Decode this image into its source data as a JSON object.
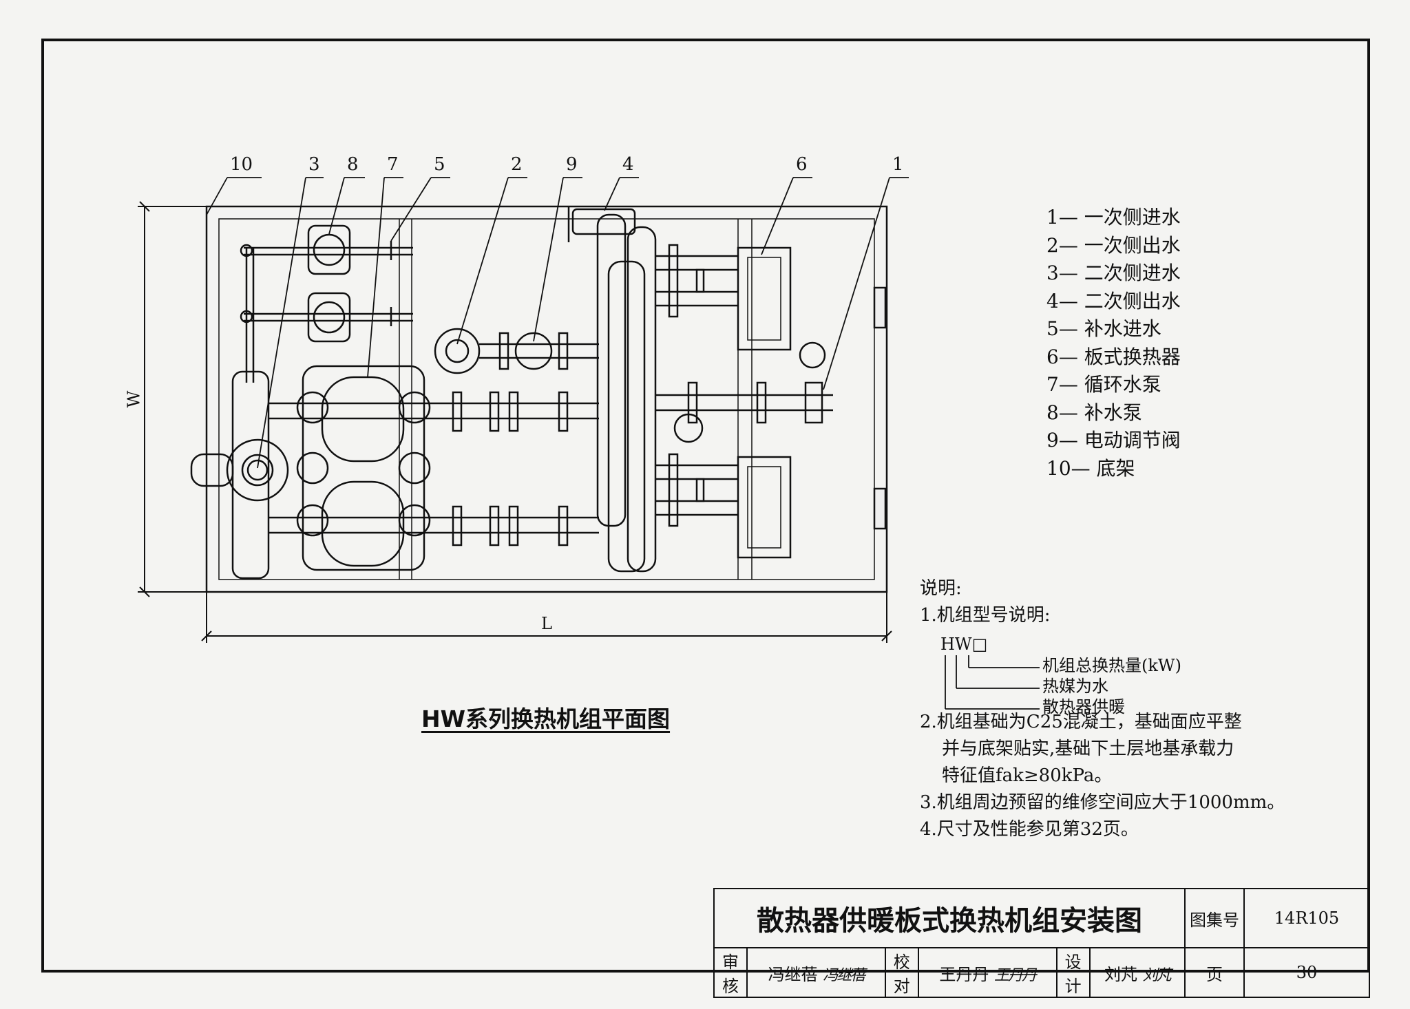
{
  "drawing": {
    "labels": [
      "10",
      "3",
      "8",
      "7",
      "5",
      "2",
      "9",
      "4",
      "6",
      "1"
    ],
    "dim_w": "W",
    "dim_l": "L",
    "caption": "HW系列换热机组平面图"
  },
  "legend": [
    "1— 一次侧进水",
    "2— 一次侧出水",
    "3— 二次侧进水",
    "4— 二次侧出水",
    "5— 补水进水",
    "6— 板式换热器",
    "7— 循环水泵",
    "8— 补水泵",
    "9— 电动调节阀",
    "10— 底架"
  ],
  "notes": {
    "heading": "说明:",
    "n1": "1.机组型号说明:",
    "model_code": "HW□",
    "model_items": [
      "机组总换热量(kW)",
      "热媒为水",
      "散热器供暖"
    ],
    "n2a": "2.机组基础为C25混凝土，基础面应平整",
    "n2b": "并与底架贴实,基础下土层地基承载力",
    "n2c": "特征值fak≥80kPa。",
    "n3": "3.机组周边预留的维修空间应大于1000mm。",
    "n4": "4.尺寸及性能参见第32页。"
  },
  "titleblock": {
    "title": "散热器供暖板式换热机组安装图",
    "atlas_label": "图集号",
    "atlas_no": "14R105",
    "review_label": "审核",
    "reviewer": "冯继蓓",
    "reviewer_sig": "冯继蓓",
    "check_label": "校对",
    "checker": "王丹丹",
    "checker_sig": "王丹丹",
    "design_label": "设计",
    "designer": "刘芃",
    "designer_sig": "刘芃",
    "page_label": "页",
    "page_no": "30"
  }
}
